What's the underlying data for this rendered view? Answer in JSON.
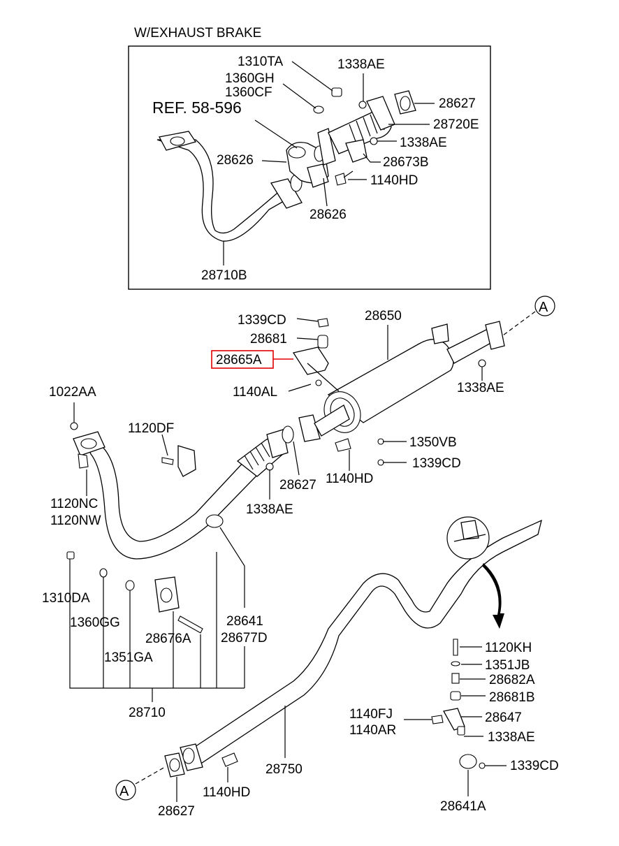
{
  "inset": {
    "title": "W/EXHAUST BRAKE",
    "ref_note": "REF. 58-596",
    "labels": {
      "p1310TA": "1310TA",
      "p1360GH": "1360GH",
      "p1360CF": "1360CF",
      "p1338AE_a": "1338AE",
      "p28627": "28627",
      "p28720E": "28720E",
      "p1338AE_b": "1338AE",
      "p28626_a": "28626",
      "p28673B": "28673B",
      "p1140HD": "1140HD",
      "p28626_b": "28626",
      "p28710B": "28710B"
    }
  },
  "main": {
    "labels": {
      "p1339CD_a": "1339CD",
      "p28650": "28650",
      "p28681": "28681",
      "p28665A": "28665A",
      "p1140AL": "1140AL",
      "p1338AE_c": "1338AE",
      "p1022AA": "1022AA",
      "p1120DF": "1120DF",
      "p1350VB": "1350VB",
      "p1339CD_b": "1339CD",
      "p1120NC": "1120NC",
      "p1120NW": "1120NW",
      "p28627_b": "28627",
      "p1140HD_b": "1140HD",
      "p1338AE_d": "1338AE",
      "p1310DA": "1310DA",
      "p1360GG": "1360GG",
      "p28641": "28641",
      "p28677D": "28677D",
      "p28676A": "28676A",
      "p1351GA": "1351GA",
      "p28710": "28710",
      "p1120KH": "1120KH",
      "p1351JB": "1351JB",
      "p28682A": "28682A",
      "p28681B": "28681B",
      "p1140FJ": "1140FJ",
      "p1140AR": "1140AR",
      "p28647": "28647",
      "p1338AE_e": "1338AE",
      "p1339CD_c": "1339CD",
      "p28750": "28750",
      "p1140HD_c": "1140HD",
      "p28627_c": "28627",
      "p28641A": "28641A"
    },
    "connector_top": "A",
    "connector_bottom": "A"
  },
  "highlight_color": "#e00000"
}
